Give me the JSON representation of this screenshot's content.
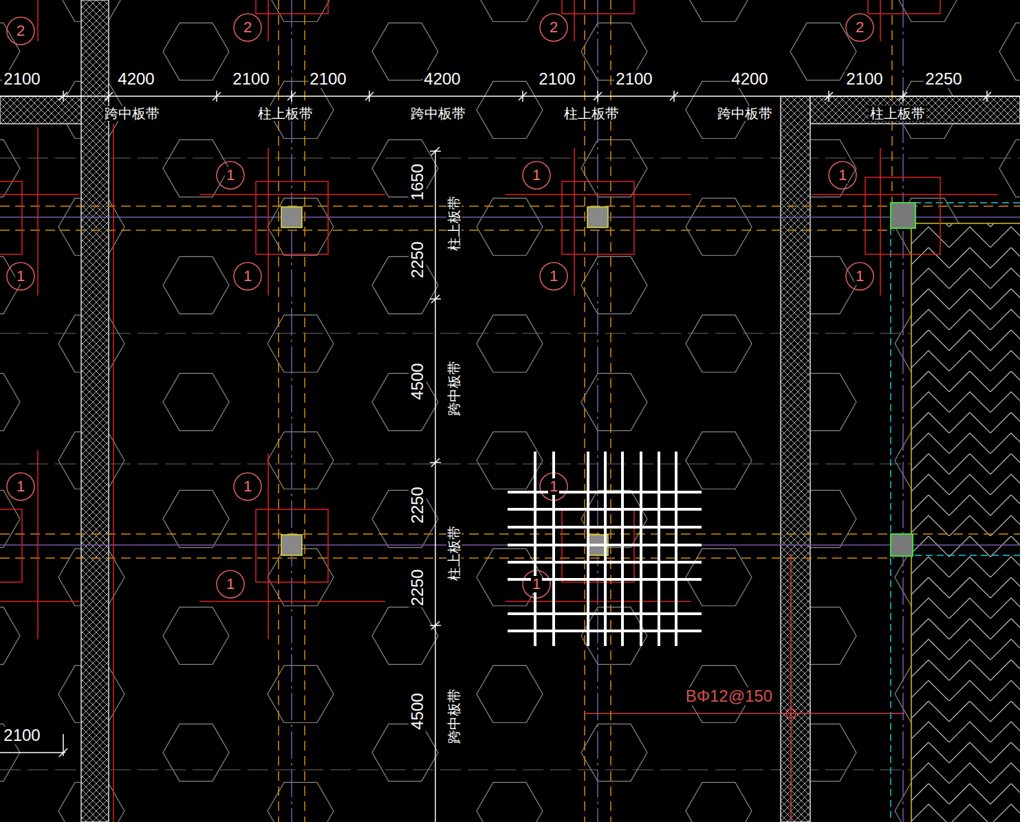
{
  "diagram": {
    "labels": [
      "2100",
      "4200",
      "2100",
      "2100",
      "4200",
      "2100",
      "2100",
      "4200",
      "2100",
      "2250",
      "跨中板带",
      "柱上板带",
      "跨中板带",
      "柱上板带",
      "跨中板带",
      "柱上板带",
      "1650",
      "柱上板带",
      "2250",
      "4500",
      "跨中板带",
      "2250",
      "柱上板带",
      "2250",
      "4500",
      "跨中板带",
      "2100",
      "BΦ12@150",
      "2",
      "2",
      "2",
      "2",
      "1",
      "1",
      "1",
      "1",
      "1",
      "1",
      "1",
      "1",
      "1",
      "1",
      "1",
      "1"
    ]
  }
}
